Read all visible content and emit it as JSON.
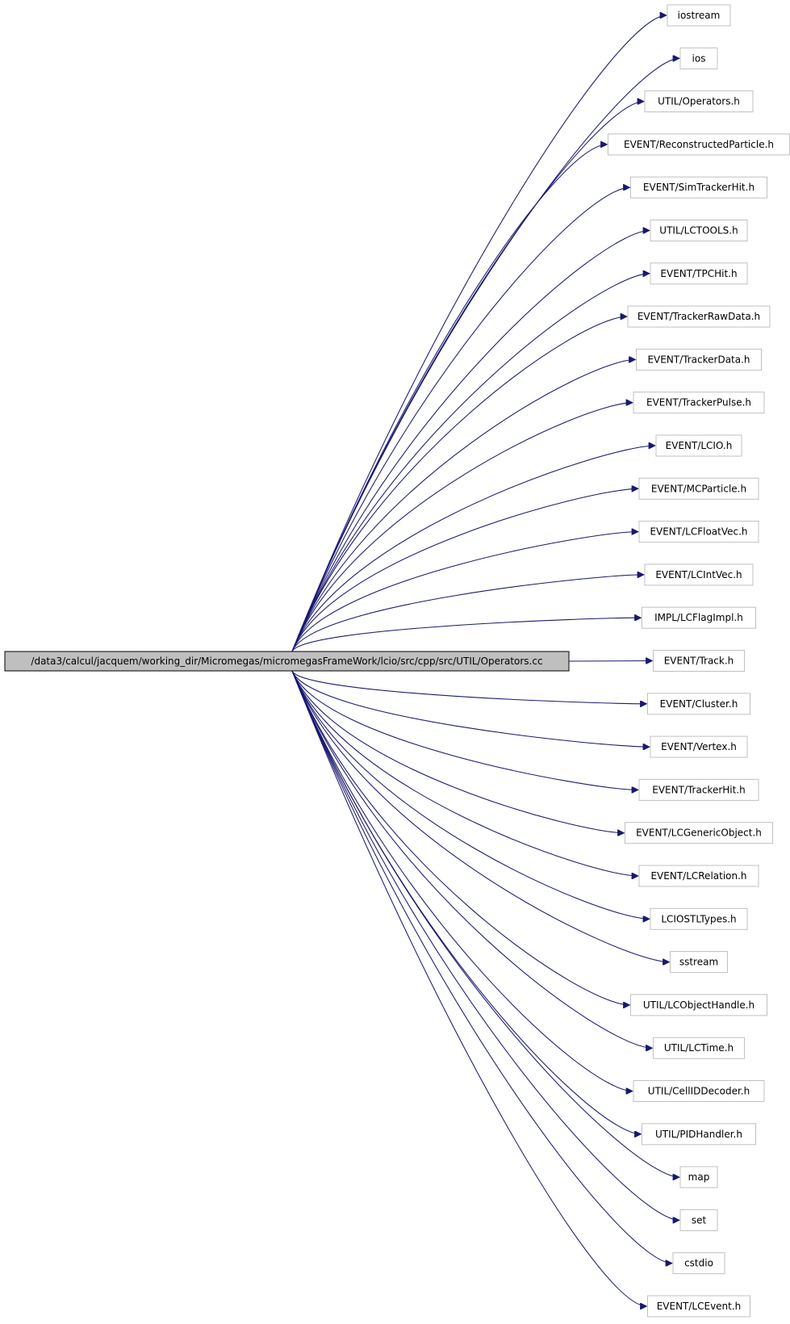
{
  "graph": {
    "root": "/data3/calcul/jacquem/working_dir/Micromegas/micromegasFrameWork/lcio/src/cpp/src/UTIL/Operators.cc",
    "includes": [
      "iostream",
      "ios",
      "UTIL/Operators.h",
      "EVENT/ReconstructedParticle.h",
      "EVENT/SimTrackerHit.h",
      "UTIL/LCTOOLS.h",
      "EVENT/TPCHit.h",
      "EVENT/TrackerRawData.h",
      "EVENT/TrackerData.h",
      "EVENT/TrackerPulse.h",
      "EVENT/LCIO.h",
      "EVENT/MCParticle.h",
      "EVENT/LCFloatVec.h",
      "EVENT/LCIntVec.h",
      "IMPL/LCFlagImpl.h",
      "EVENT/Track.h",
      "EVENT/Cluster.h",
      "EVENT/Vertex.h",
      "EVENT/TrackerHit.h",
      "EVENT/LCGenericObject.h",
      "EVENT/LCRelation.h",
      "LCIOSTLTypes.h",
      "sstream",
      "UTIL/LCObjectHandle.h",
      "UTIL/LCTime.h",
      "UTIL/CellIDDecoder.h",
      "UTIL/PIDHandler.h",
      "map",
      "set",
      "cstdio",
      "EVENT/LCEvent.h"
    ]
  },
  "colors": {
    "edge": "#191970",
    "root_fill": "#bfbfbf",
    "root_stroke": "#000000",
    "node_stroke": "#c0c0c0"
  }
}
